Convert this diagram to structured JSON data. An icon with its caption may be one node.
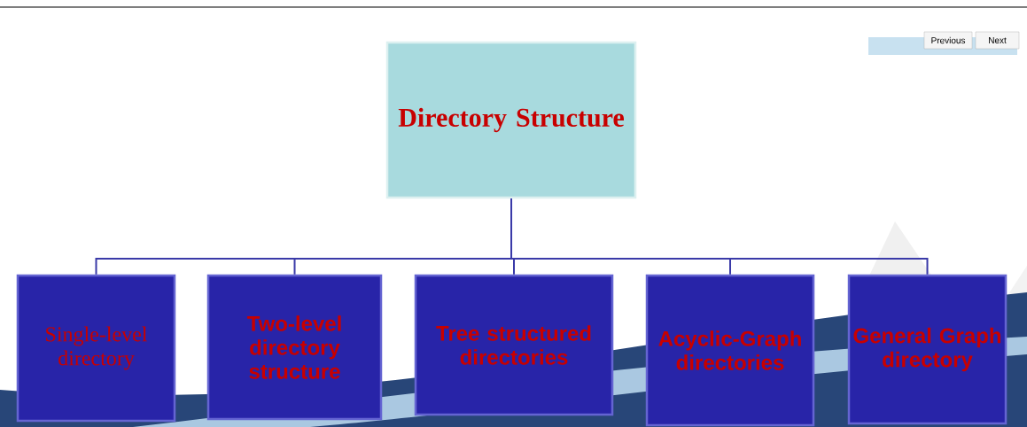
{
  "diagram": {
    "nodes": [
      {
        "text": [
          "Directory Structure"
        ]
      },
      {
        "text": [
          "Single-level directory"
        ]
      },
      {
        "text": [
          "Two-level directory structure"
        ]
      },
      {
        "text": [
          "Tree structured directories"
        ]
      },
      {
        "text": [
          "Acyclic-Graph directories"
        ]
      },
      {
        "text": [
          "General Graph directory"
        ]
      }
    ],
    "edges": [
      {
        "from": 0,
        "to": 1,
        "arrow": "none"
      },
      {
        "from": 0,
        "to": 2,
        "arrow": "none"
      },
      {
        "from": 0,
        "to": 3,
        "arrow": "none"
      },
      {
        "from": 0,
        "to": 4,
        "arrow": "none"
      },
      {
        "from": 0,
        "to": 5,
        "arrow": "none"
      }
    ],
    "labels": [
      "Previous",
      "Next"
    ]
  }
}
